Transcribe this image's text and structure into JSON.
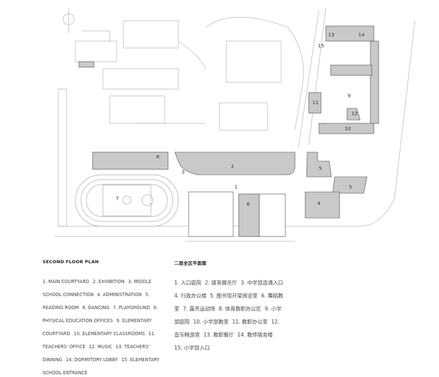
{
  "colors": {
    "building_fill": "#c9c9c9",
    "line": "#9a9a9a",
    "text": "#444444"
  },
  "plan_labels": [
    "1",
    "2",
    "3",
    "4",
    "5",
    "5",
    "6",
    "7",
    "8",
    "9",
    "10",
    "11",
    "12",
    "13",
    "14",
    "15"
  ],
  "legend_en": {
    "title": "SECOND FLOOR PLAN",
    "items": [
      "1. MAIN COURTYARD",
      "2. EXHIBITION",
      "3. MIDDLE SCHOOL CONNECTION",
      "4. ADMINISTRATION",
      "5. READING ROOM",
      "6. DANCING",
      "7. PLAYGROUND",
      "8. PHYSICAL EDUCATION OFFICES",
      "9. ELEMENTARY COURTYARD",
      "10. ELEMENTARY CLASSROOMS",
      "11. TEACHERS' OFFICE",
      "12. MUSIC",
      "13. TEACHERS' DINNING",
      "14. DORMITORY LOBBY",
      "15. ELEMENTARY SCHOOL ENTRANCE"
    ]
  },
  "legend_cn": {
    "title": "二层全区平面图",
    "items": [
      "1. 入口庭院",
      "2. 德育展示厅",
      "3. 中学部连通入口",
      "4. 行政办公楼",
      "5. 图书馆开架阅览室",
      "6. 舞蹈教室",
      "7. 露天运动场",
      "8. 体育教职办公区",
      "9. 小学部庭院",
      "10. 小学部教室",
      "11. 教职办公室",
      "12. 音乐畅游室",
      "13. 教职餐厅",
      "14. 教师宿舍楼",
      "15. 小学部入口"
    ]
  }
}
